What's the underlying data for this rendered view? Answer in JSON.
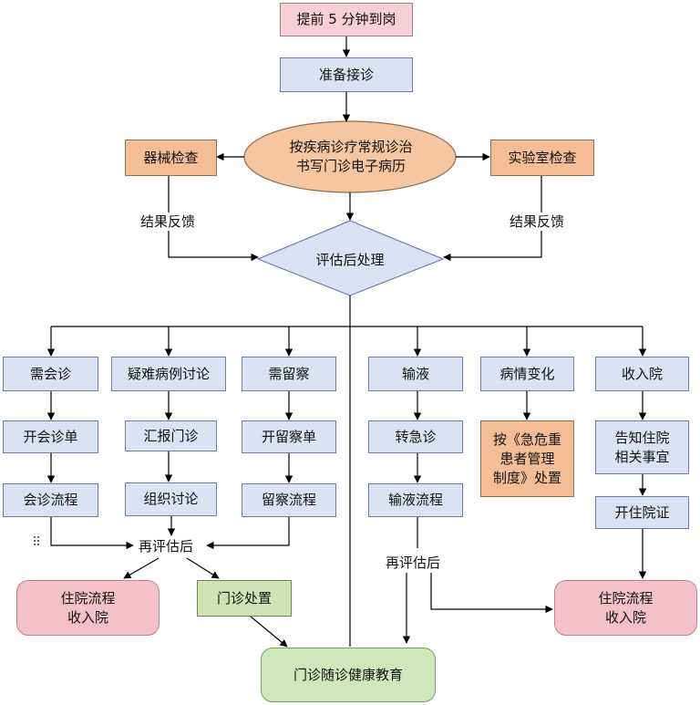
{
  "nodes": {
    "arrive": "提前 5 分钟到岗",
    "prepare": "准备接诊",
    "diagnose": "按疾病诊疗常规诊治\n书写门诊电子病历",
    "device_check": "器械检查",
    "lab_check": "实验室检查",
    "feedback_left": "结果反馈",
    "feedback_right": "结果反馈",
    "evaluate": "评估后处理",
    "consult": "需会诊",
    "consult_form": "开会诊单",
    "consult_flow": "会诊流程",
    "difficult_case": "疑难病例讨论",
    "report_clinic": "汇报门诊",
    "organize_discussion": "组织讨论",
    "observation": "需留察",
    "observation_form": "开留察单",
    "observation_flow": "留察流程",
    "infusion": "输液",
    "emergency_transfer": "转急诊",
    "infusion_flow": "输液流程",
    "condition_change": "病情变化",
    "critical_handling": "按《急危重\n患者管理\n制度》处置",
    "admission": "收入院",
    "inform_admission": "告知住院\n相关事宜",
    "admission_cert": "开住院证",
    "reevaluate_left": "再评估后",
    "reevaluate_right": "再评估后",
    "inpatient_left": "住院流程\n收入院",
    "clinic_handling": "门诊处置",
    "inpatient_right": "住院流程\n收入院",
    "followup_education": "门诊随诊健康教育"
  },
  "colors": {
    "blue": "#dae3f3",
    "pink": "#f8cfd9",
    "orange": "#f4bd95",
    "green": "#cfe3b5",
    "ellipse": "#f6c6a0",
    "diamond": "#dae3f3",
    "line": "#000000"
  }
}
